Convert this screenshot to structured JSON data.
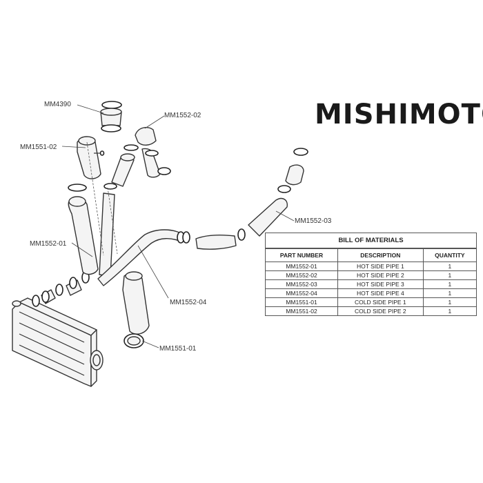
{
  "brand": {
    "logo_text": "MISHIMOTO"
  },
  "callouts": [
    {
      "id": "mm4390",
      "label": "MM4390"
    },
    {
      "id": "mm1552-02",
      "label": "MM1552-02"
    },
    {
      "id": "mm1551-02",
      "label": "MM1551-02"
    },
    {
      "id": "mm1552-03",
      "label": "MM1552-03"
    },
    {
      "id": "mm1552-01",
      "label": "MM1552-01"
    },
    {
      "id": "mm1552-04",
      "label": "MM1552-04"
    },
    {
      "id": "mm1551-01",
      "label": "MM1551-01"
    }
  ],
  "bom": {
    "title": "BILL OF MATERIALS",
    "columns": [
      "PART NUMBER",
      "DESCRIPTION",
      "QUANTITY"
    ],
    "rows": [
      [
        "MM1552-01",
        "HOT SIDE PIPE 1",
        "1"
      ],
      [
        "MM1552-02",
        "HOT SIDE PIPE 2",
        "1"
      ],
      [
        "MM1552-03",
        "HOT SIDE PIPE 3",
        "1"
      ],
      [
        "MM1552-04",
        "HOT SIDE PIPE 4",
        "1"
      ],
      [
        "MM1551-01",
        "COLD SIDE PIPE 1",
        "1"
      ],
      [
        "MM1551-02",
        "COLD SIDE PIPE 2",
        "1"
      ]
    ]
  }
}
